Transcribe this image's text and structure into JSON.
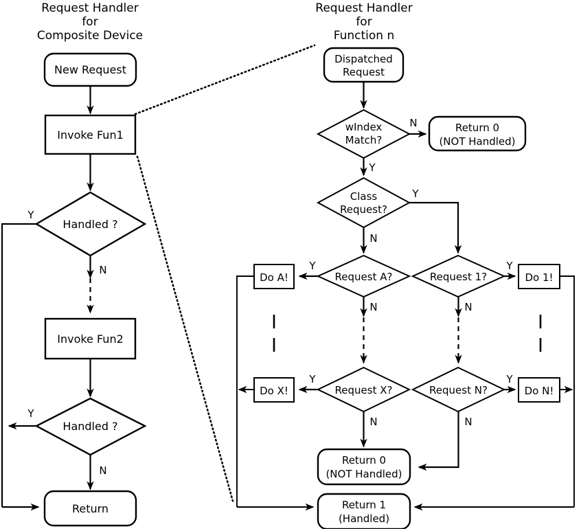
{
  "diagram": {
    "type": "flowchart",
    "title_left_lines": [
      "Request Handler",
      "for",
      "Composite Device"
    ],
    "title_right_lines": [
      "Request Handler",
      "for",
      "Function n"
    ],
    "colors": {
      "stroke": "#000000",
      "fill": "#ffffff",
      "background": "#ffffff"
    }
  },
  "left_column": {
    "nodes": {
      "new_request": "New Request",
      "invoke_fun1": "Invoke Fun1",
      "handled_1": "Handled ?",
      "invoke_fun2": "Invoke Fun2",
      "handled_2": "Handled ?",
      "return": "Return"
    },
    "edge_labels": {
      "handled1_yes": "Y",
      "handled1_no": "N",
      "handled2_yes": "Y",
      "handled2_no": "N"
    }
  },
  "right_column": {
    "nodes": {
      "dispatched_request_l1": "Dispatched",
      "dispatched_request_l2": "Request",
      "windex_match_l1": "wIndex",
      "windex_match_l2": "Match?",
      "return0_top_l1": "Return 0",
      "return0_top_l2": "(NOT Handled)",
      "class_request_l1": "Class",
      "class_request_l2": "Request?",
      "request_a": "Request A?",
      "request_1": "Request 1?",
      "request_x": "Request X?",
      "request_n": "Request N?",
      "do_a": "Do A!",
      "do_1": "Do 1!",
      "do_x": "Do X!",
      "do_n": "Do N!",
      "return0_bottom_l1": "Return 0",
      "return0_bottom_l2": "(NOT Handled)",
      "return1_l1": "Return 1",
      "return1_l2": "(Handled)"
    },
    "edge_labels": {
      "windex_no": "N",
      "windex_yes": "Y",
      "class_yes": "Y",
      "class_no": "N",
      "req_a_yes": "Y",
      "req_a_no": "N",
      "req_1_yes": "Y",
      "req_1_no": "N",
      "req_x_yes": "Y",
      "req_x_no": "N",
      "req_n_yes": "Y",
      "req_n_no": "N"
    }
  }
}
